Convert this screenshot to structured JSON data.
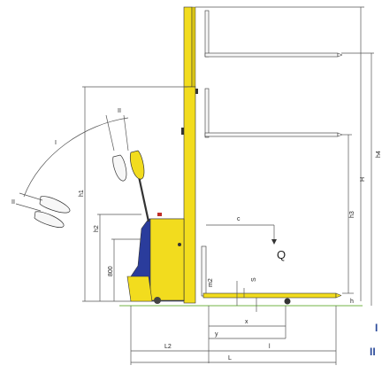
{
  "labels": {
    "angle_outer": "I",
    "angle_inner_top": "II",
    "angle_inner_left": "II",
    "h1": "h1",
    "h2": "h2",
    "height_800": "800",
    "c": "c",
    "Q": "Q",
    "m2": "m2",
    "S": "S",
    "h4": "h4",
    "H": "H",
    "h3": "h3",
    "h": "h",
    "x": "x",
    "y": "y",
    "L2": "L2",
    "l": "l",
    "L": "L"
  },
  "side_marks": {
    "mark1": "I",
    "mark2": "II"
  },
  "colors": {
    "mast_yellow": "#f2dc1e",
    "body_blue": "#2a3c9c",
    "fork_white": "#f7f7f7",
    "outline": "#333333",
    "dimension": "#555555",
    "ground_green": "#8fc36b",
    "side_mark_blue": "#2a4a9a"
  }
}
